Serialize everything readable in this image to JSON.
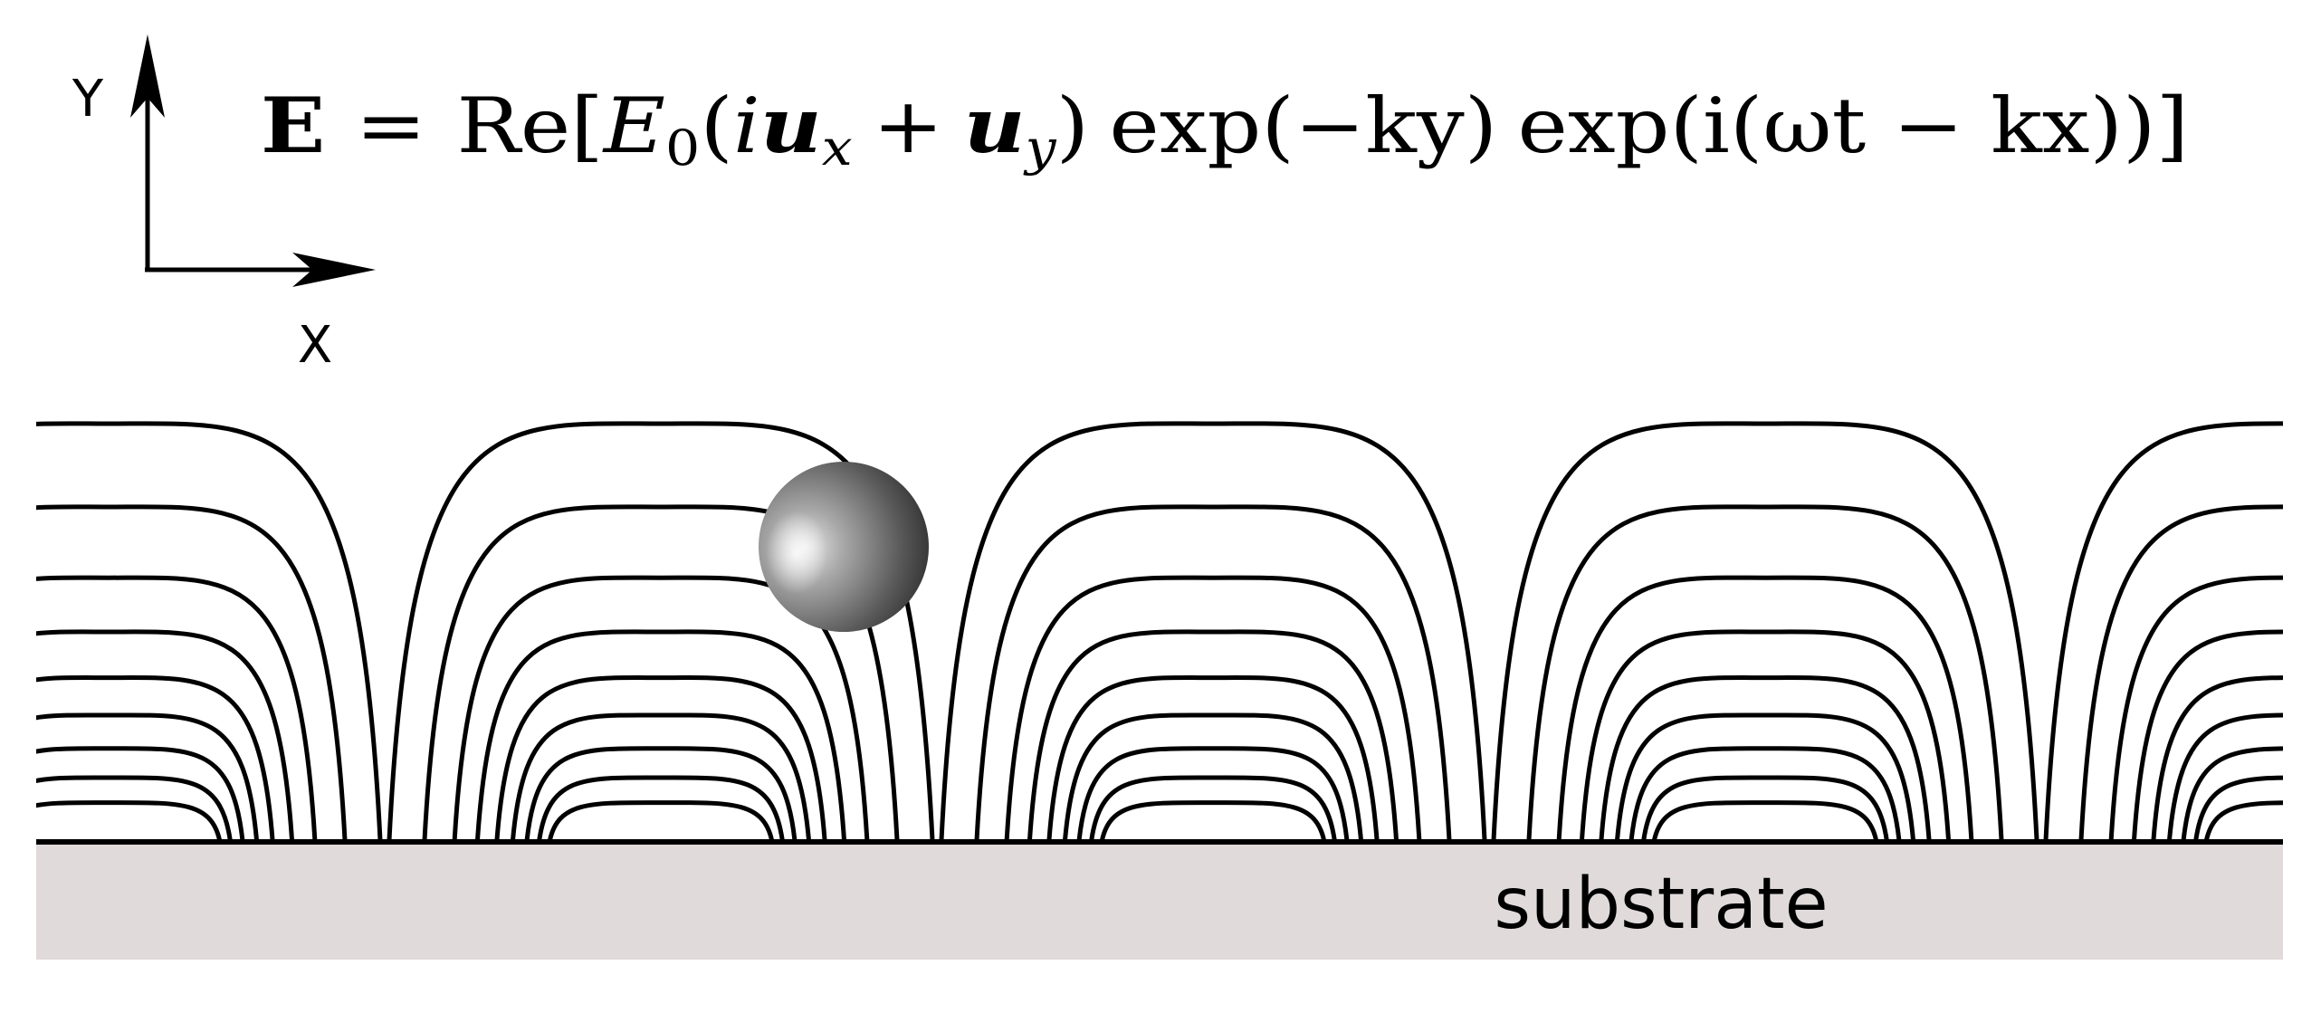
{
  "axes": {
    "y_label": "Y",
    "x_label": "X"
  },
  "equation": {
    "lhs": "E",
    "equals": "=",
    "re": "Re",
    "open_bracket": "[",
    "e0_base": "E",
    "e0_sub": "0",
    "paren_open": "(",
    "i": "i",
    "ux_base": "u",
    "ux_sub": "x",
    "plus": "+",
    "uy_base": "u",
    "uy_sub": "y",
    "paren_close": ")",
    "exp1": "exp(−ky)",
    "exp2": "exp(i(ωt − kx))",
    "close_bracket": "]"
  },
  "substrate_label": "substrate",
  "colors": {
    "line": "#000000",
    "substrate_fill": "#e0dadb",
    "particle_light": "#d4d4d4",
    "particle_dark": "#2a2a2a"
  }
}
